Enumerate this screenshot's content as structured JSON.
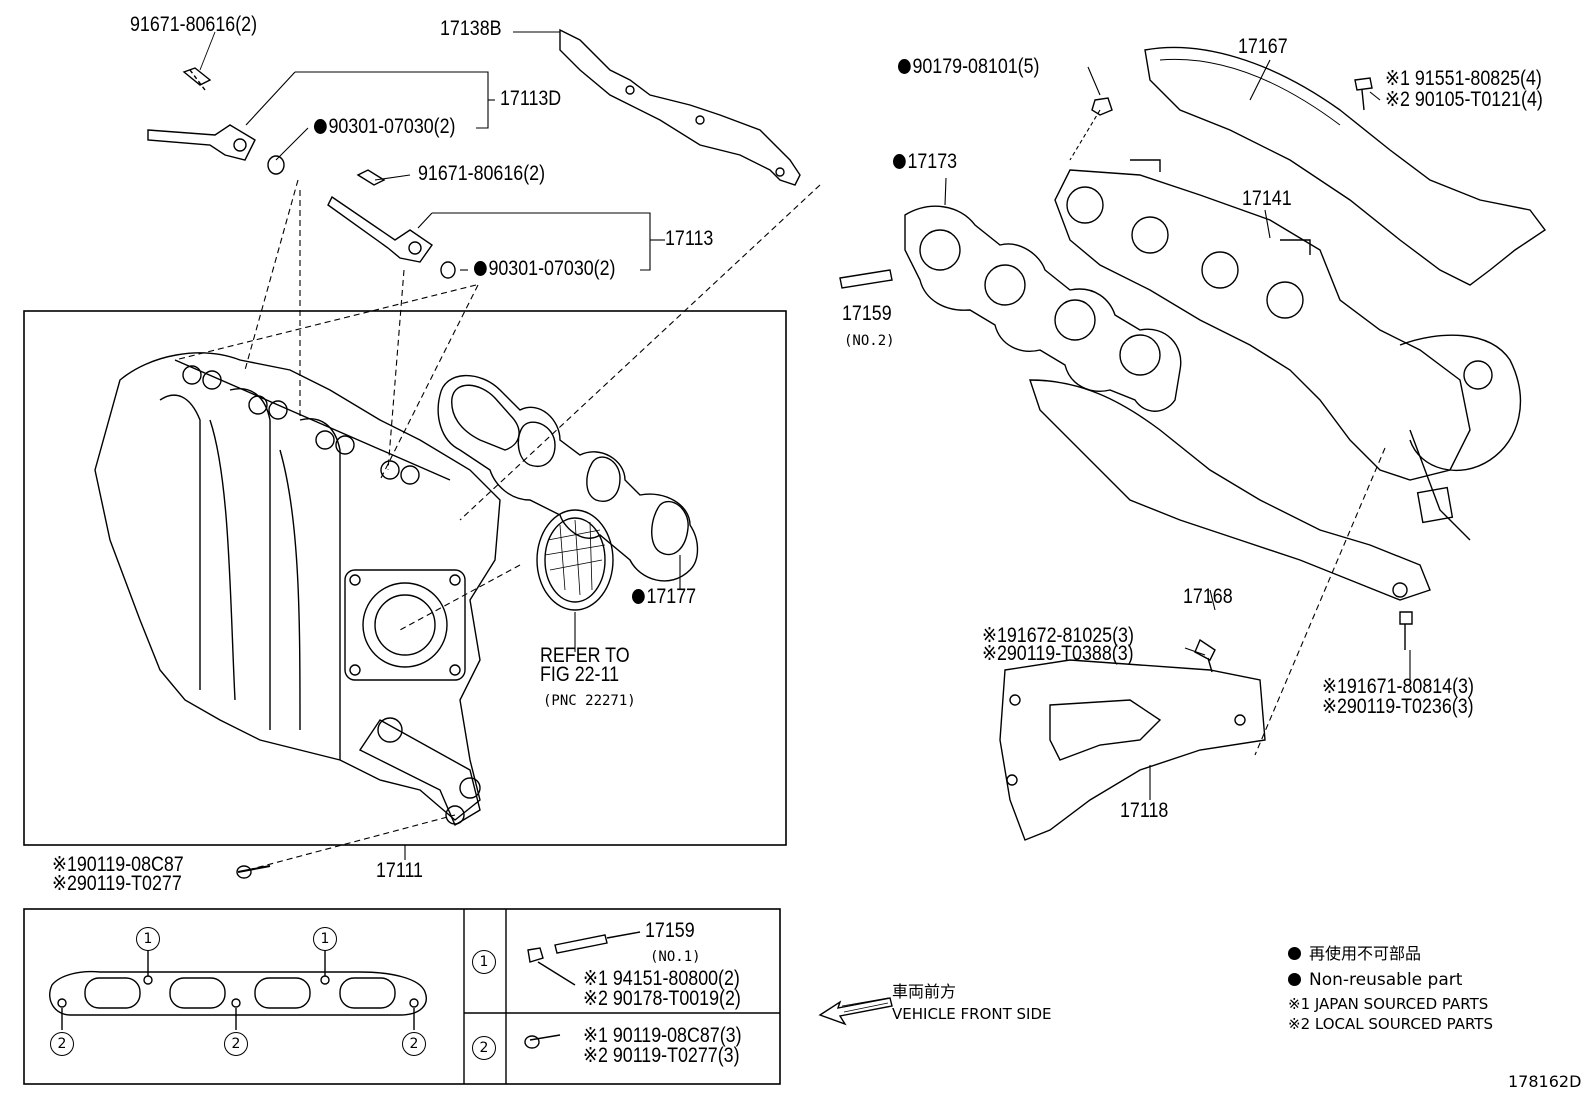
{
  "labels": {
    "p91671_80616_top": "91671-80616(2)",
    "p17138B": "17138B",
    "p17113D": "17113D",
    "p90301_top": "90301-07030(2)",
    "p91671_80616_mid": "91671-80616(2)",
    "p17113": "17113",
    "p90301_mid": "90301-07030(2)",
    "p17177": "17177",
    "refer_line1": "REFER TO",
    "refer_line2": "FIG 22-11",
    "refer_line3": "(PNC 22271)",
    "bolt_left_1": "※190119-08C87",
    "bolt_left_2": "※290119-T0277",
    "p17111": "17111",
    "p90179": "90179-08101(5)",
    "p17167": "17167",
    "bolt_r1_1": "※1 91551-80825(4)",
    "bolt_r1_2": "※2 90105-T0121(4)",
    "p17173": "17173",
    "p17141": "17141",
    "p17159_no2": "17159",
    "no2": "(NO.2)",
    "p17168": "17168",
    "bolt_mid_1": "※191672-81025(3)",
    "bolt_mid_2": "※290119-T0388(3)",
    "bolt_rr_1": "※191671-80814(3)",
    "bolt_rr_2": "※290119-T0236(3)",
    "p17118": "17118",
    "p17159_no1": "17159",
    "no1": "(NO.1)",
    "tbl1_1": "※1 94151-80800(2)",
    "tbl1_2": "※2 90178-T0019(2)",
    "tbl2_1": "※1 90119-08C87(3)",
    "tbl2_2": "※2 90119-T0277(3)",
    "front_jp": "車両前方",
    "front_en": "VEHICLE FRONT SIDE",
    "legend_jp": "再使用不可部品",
    "legend_en": "Non-reusable part",
    "legend_s1": "※1 JAPAN SOURCED PARTS",
    "legend_s2": "※2 LOCAL SOURCED PARTS",
    "fig_id": "178162D",
    "circle1": "1",
    "circle2": "2"
  }
}
